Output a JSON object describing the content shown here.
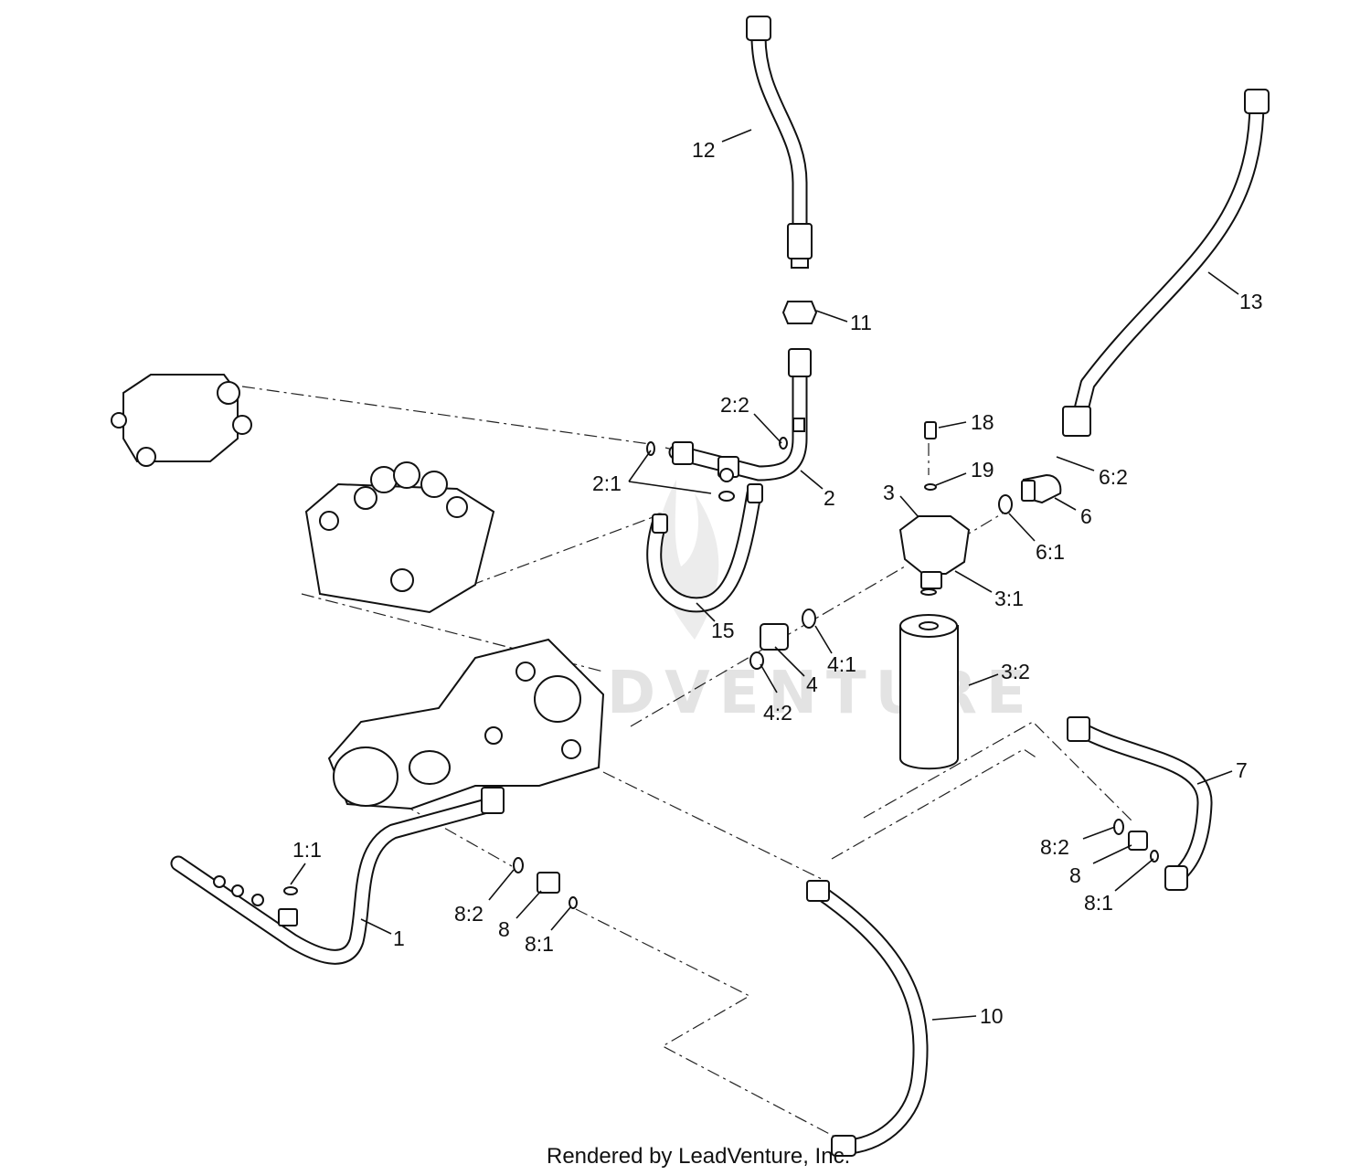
{
  "callouts": {
    "c12": "12",
    "c11": "11",
    "c13": "13",
    "c2_2": "2:2",
    "c2_1": "2:1",
    "c2": "2",
    "c18": "18",
    "c19": "19",
    "c3": "3",
    "c6_2": "6:2",
    "c6": "6",
    "c6_1": "6:1",
    "c3_1": "3:1",
    "c15": "15",
    "c4_1": "4:1",
    "c4": "4",
    "c4_2": "4:2",
    "c3_2": "3:2",
    "c7": "7",
    "c8_2_right": "8:2",
    "c8_right": "8",
    "c8_1_right": "8:1",
    "c1_1": "1:1",
    "c1": "1",
    "c8_2_left": "8:2",
    "c8_left": "8",
    "c8_1_left": "8:1",
    "c10": "10"
  },
  "footer": {
    "credit": "Rendered by LeadVenture, Inc."
  },
  "watermark": {
    "text": "LEADVENTURE"
  }
}
